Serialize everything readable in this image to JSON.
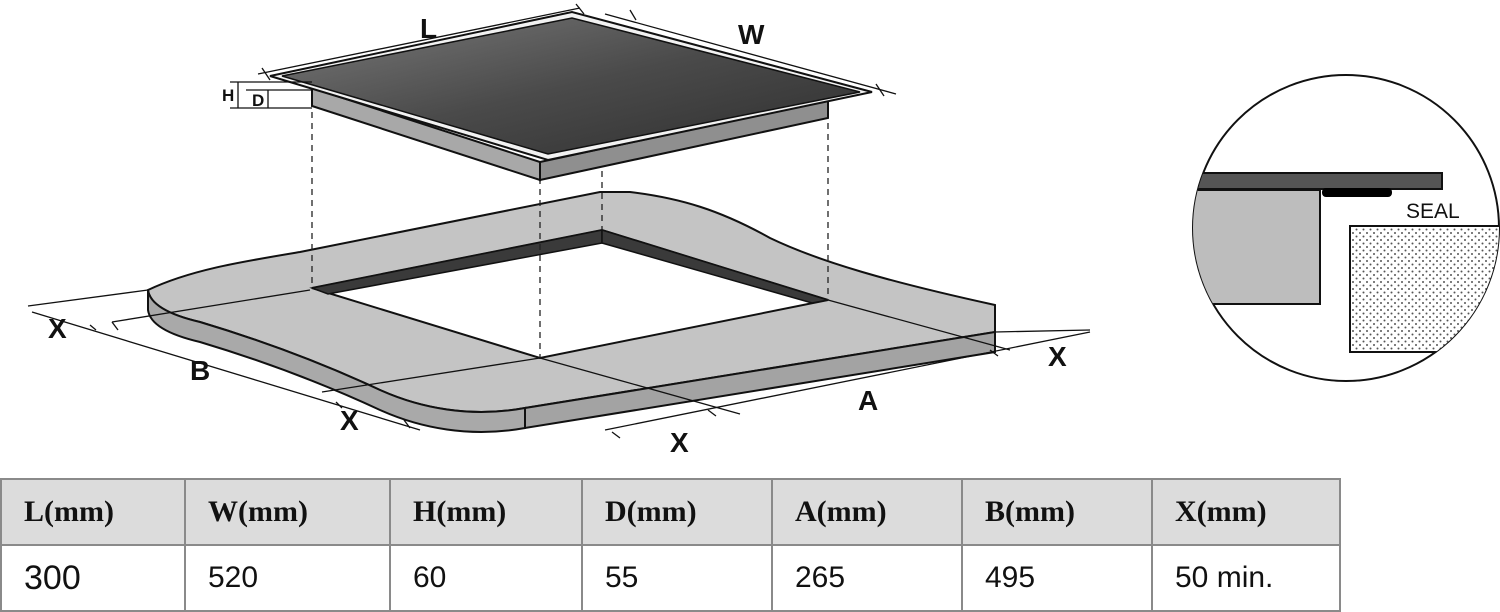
{
  "diagram": {
    "labels": {
      "l": "L",
      "w": "W",
      "h": "H",
      "d": "D",
      "x_left": "X",
      "b": "B",
      "x_bottom_left": "X",
      "x_bottom_mid": "X",
      "a": "A",
      "x_right": "X"
    },
    "detail": {
      "seal": "SEAL"
    }
  },
  "table": {
    "headers": [
      "L(mm)",
      "W(mm)",
      "H(mm)",
      "D(mm)",
      "A(mm)",
      "B(mm)",
      "X(mm)"
    ],
    "row": [
      "300",
      "520",
      "60",
      "55",
      "265",
      "495",
      "50 min."
    ]
  }
}
